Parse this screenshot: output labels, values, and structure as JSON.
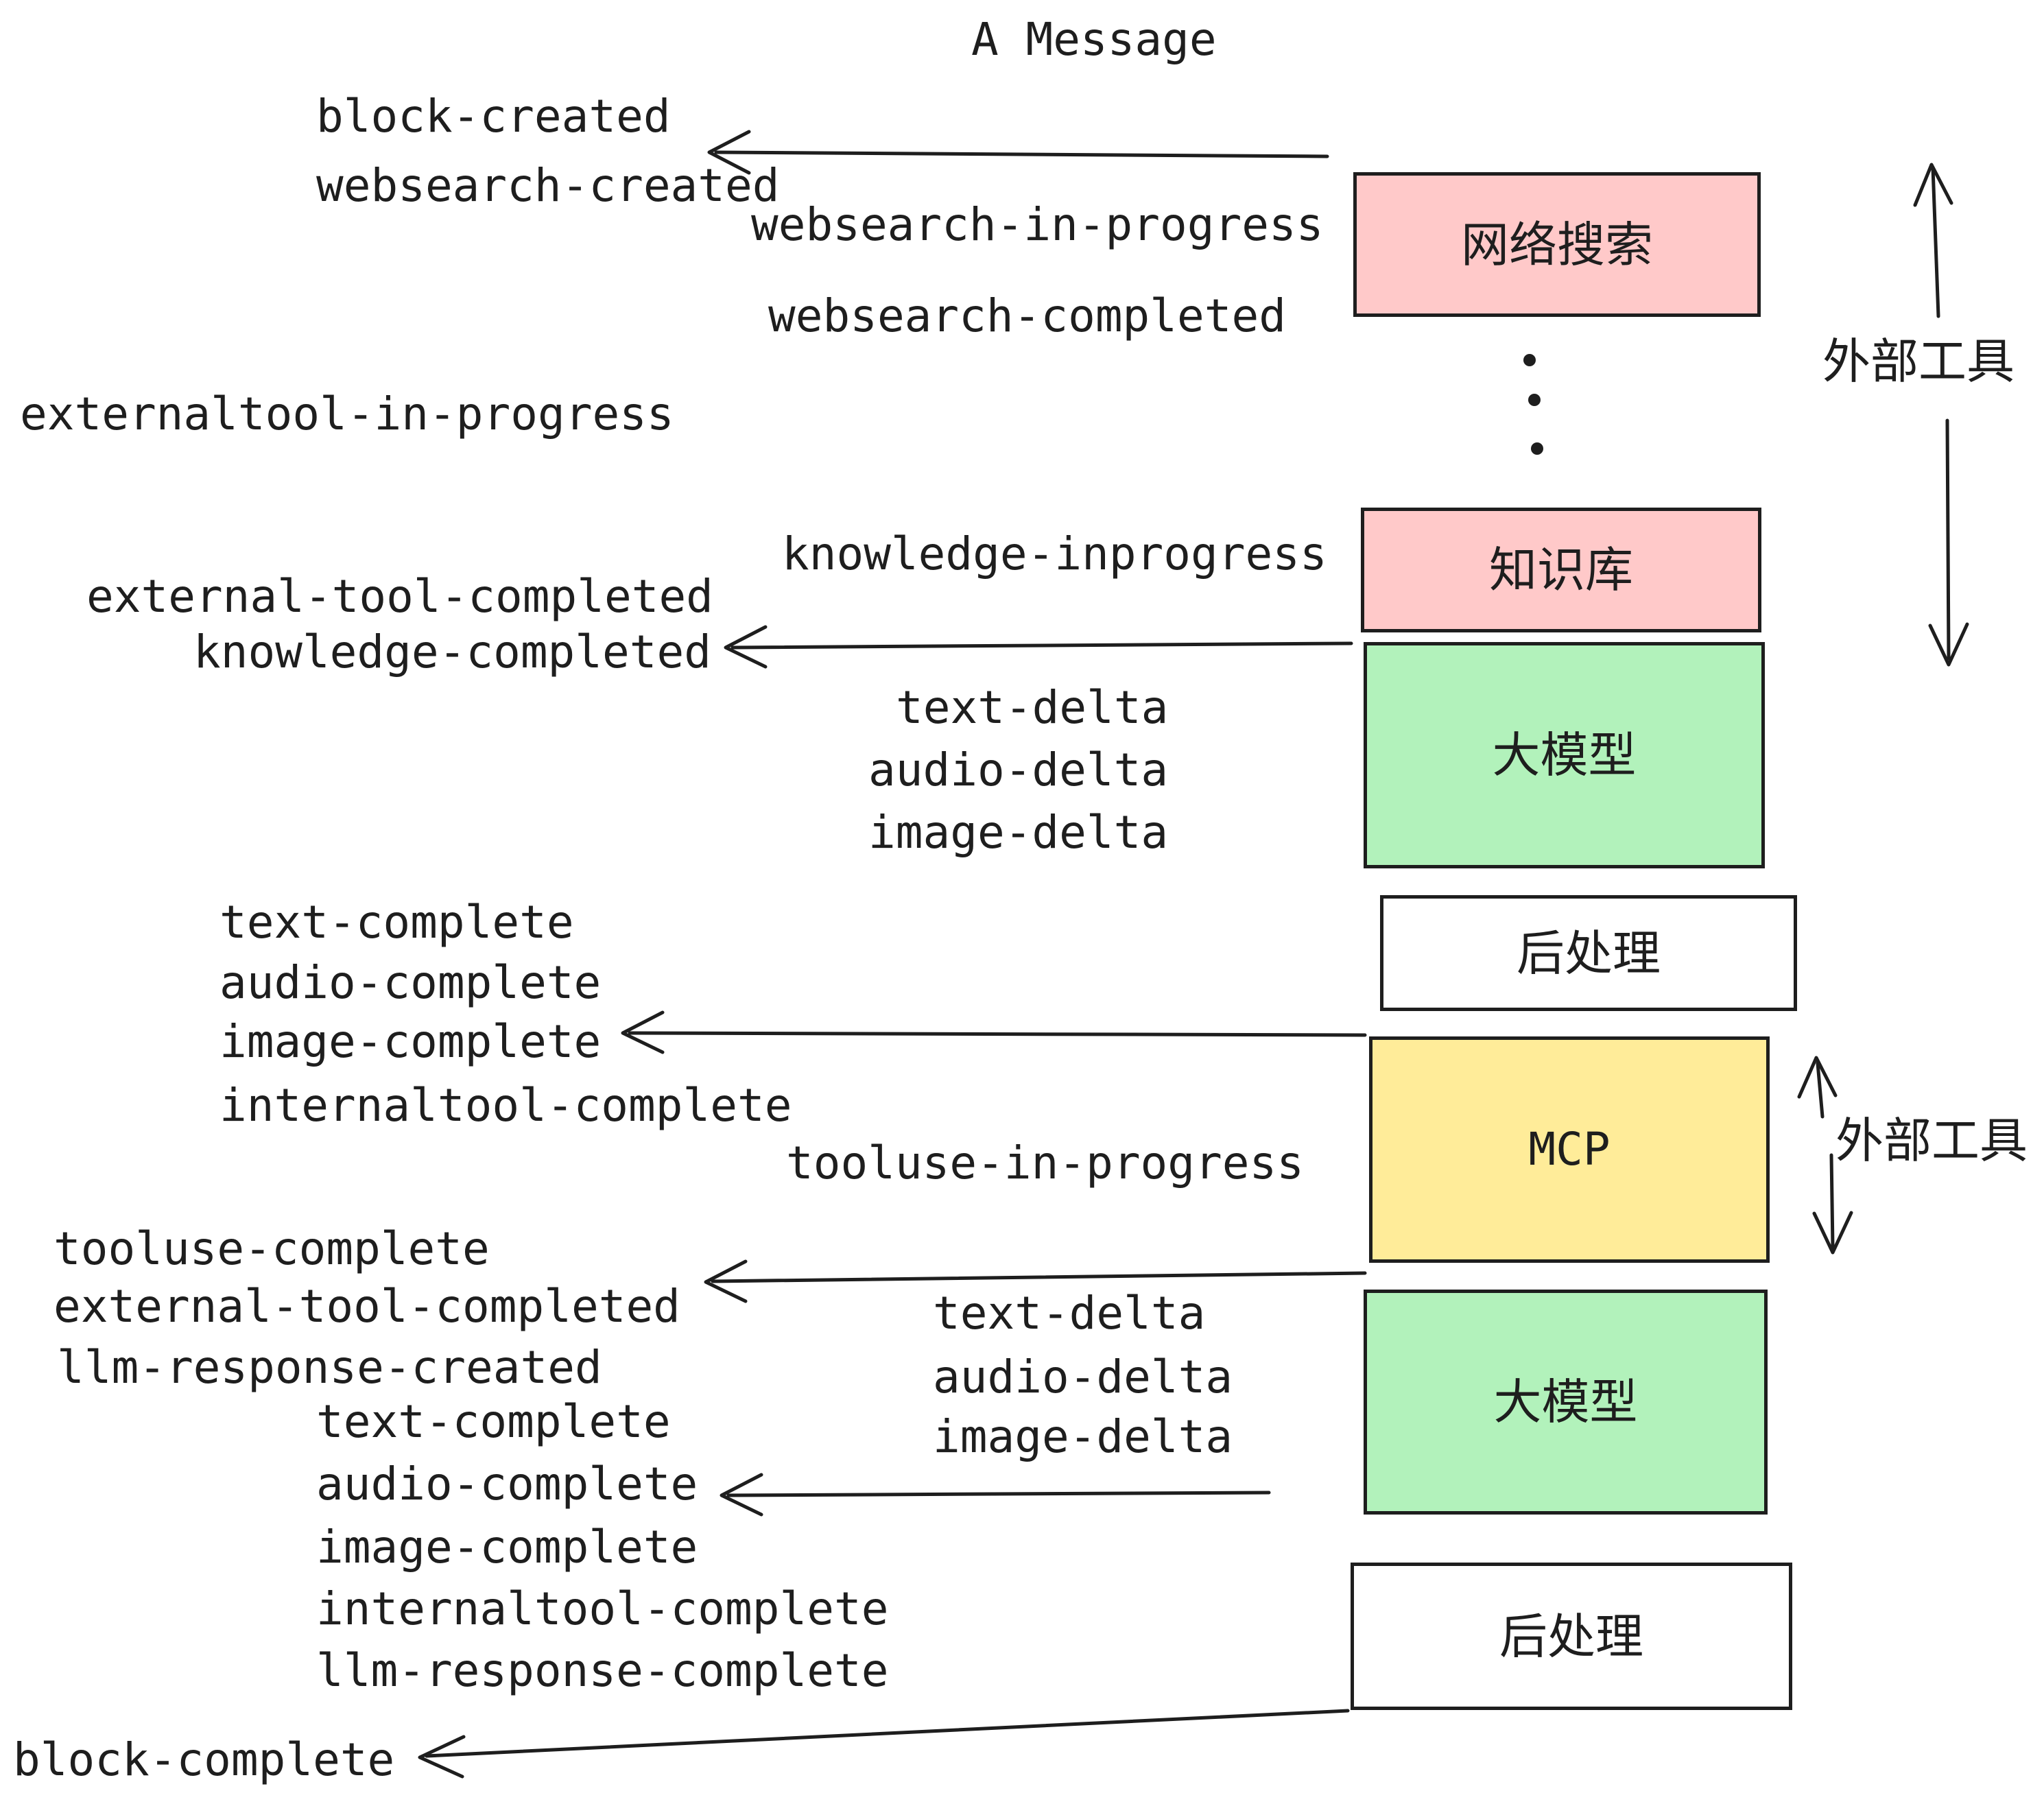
{
  "title": "A Message",
  "colors": {
    "line": "#1e1e1e",
    "text": "#1e1e1e",
    "box_border": "#1e1e1e",
    "pink": "#ffc9c9",
    "green": "#b2f2bb",
    "yellow": "#ffec99",
    "white": "#ffffff"
  },
  "boxes": [
    {
      "id": "websearch",
      "label": "网络搜索",
      "color": "#ffc9c9"
    },
    {
      "id": "knowledge",
      "label": "知识库",
      "color": "#ffc9c9"
    },
    {
      "id": "llm-1",
      "label": "大模型",
      "color": "#b2f2bb"
    },
    {
      "id": "postprocess-1",
      "label": "后处理",
      "color": "#ffffff"
    },
    {
      "id": "mcp",
      "label": "MCP",
      "color": "#ffec99"
    },
    {
      "id": "llm-2",
      "label": "大模型",
      "color": "#b2f2bb"
    },
    {
      "id": "postprocess-2",
      "label": "后处理",
      "color": "#ffffff"
    }
  ],
  "side_labels": [
    {
      "text": "外部工具"
    },
    {
      "text": "外部工具"
    }
  ],
  "events": [
    {
      "text": "block-created"
    },
    {
      "text": "websearch-created"
    },
    {
      "text": "websearch-in-progress"
    },
    {
      "text": "websearch-completed"
    },
    {
      "text": "externaltool-in-progress"
    },
    {
      "text": "knowledge-inprogress"
    },
    {
      "text": "external-tool-completed"
    },
    {
      "text": "knowledge-completed"
    },
    {
      "text": "text-delta"
    },
    {
      "text": "audio-delta"
    },
    {
      "text": "image-delta"
    },
    {
      "text": "text-complete"
    },
    {
      "text": "audio-complete"
    },
    {
      "text": "image-complete"
    },
    {
      "text": "internaltool-complete"
    },
    {
      "text": "tooluse-in-progress"
    },
    {
      "text": "tooluse-complete"
    },
    {
      "text": "external-tool-completed"
    },
    {
      "text": "llm-response-created"
    },
    {
      "text": "text-complete"
    },
    {
      "text": "audio-complete"
    },
    {
      "text": "image-complete"
    },
    {
      "text": "internaltool-complete"
    },
    {
      "text": "llm-response-complete"
    },
    {
      "text": "block-complete"
    }
  ]
}
